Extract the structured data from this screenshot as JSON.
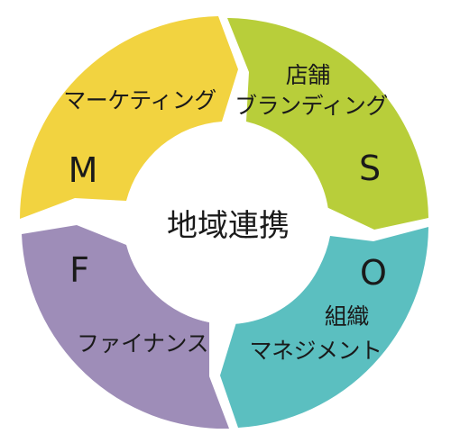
{
  "center": {
    "label": "地域連携"
  },
  "segments": [
    {
      "id": "marketing",
      "letter": "M",
      "label_lines": [
        "マーケティング"
      ],
      "color": "#F2D340"
    },
    {
      "id": "store-branding",
      "letter": "S",
      "label_lines": [
        "店舗",
        "ブランディング"
      ],
      "color": "#B8CE3A"
    },
    {
      "id": "organization",
      "letter": "O",
      "label_lines": [
        "組織",
        "マネジメント"
      ],
      "color": "#5BBFC0"
    },
    {
      "id": "finance",
      "letter": "F",
      "label_lines": [
        "ファイナンス"
      ],
      "color": "#9E8DB8"
    }
  ]
}
